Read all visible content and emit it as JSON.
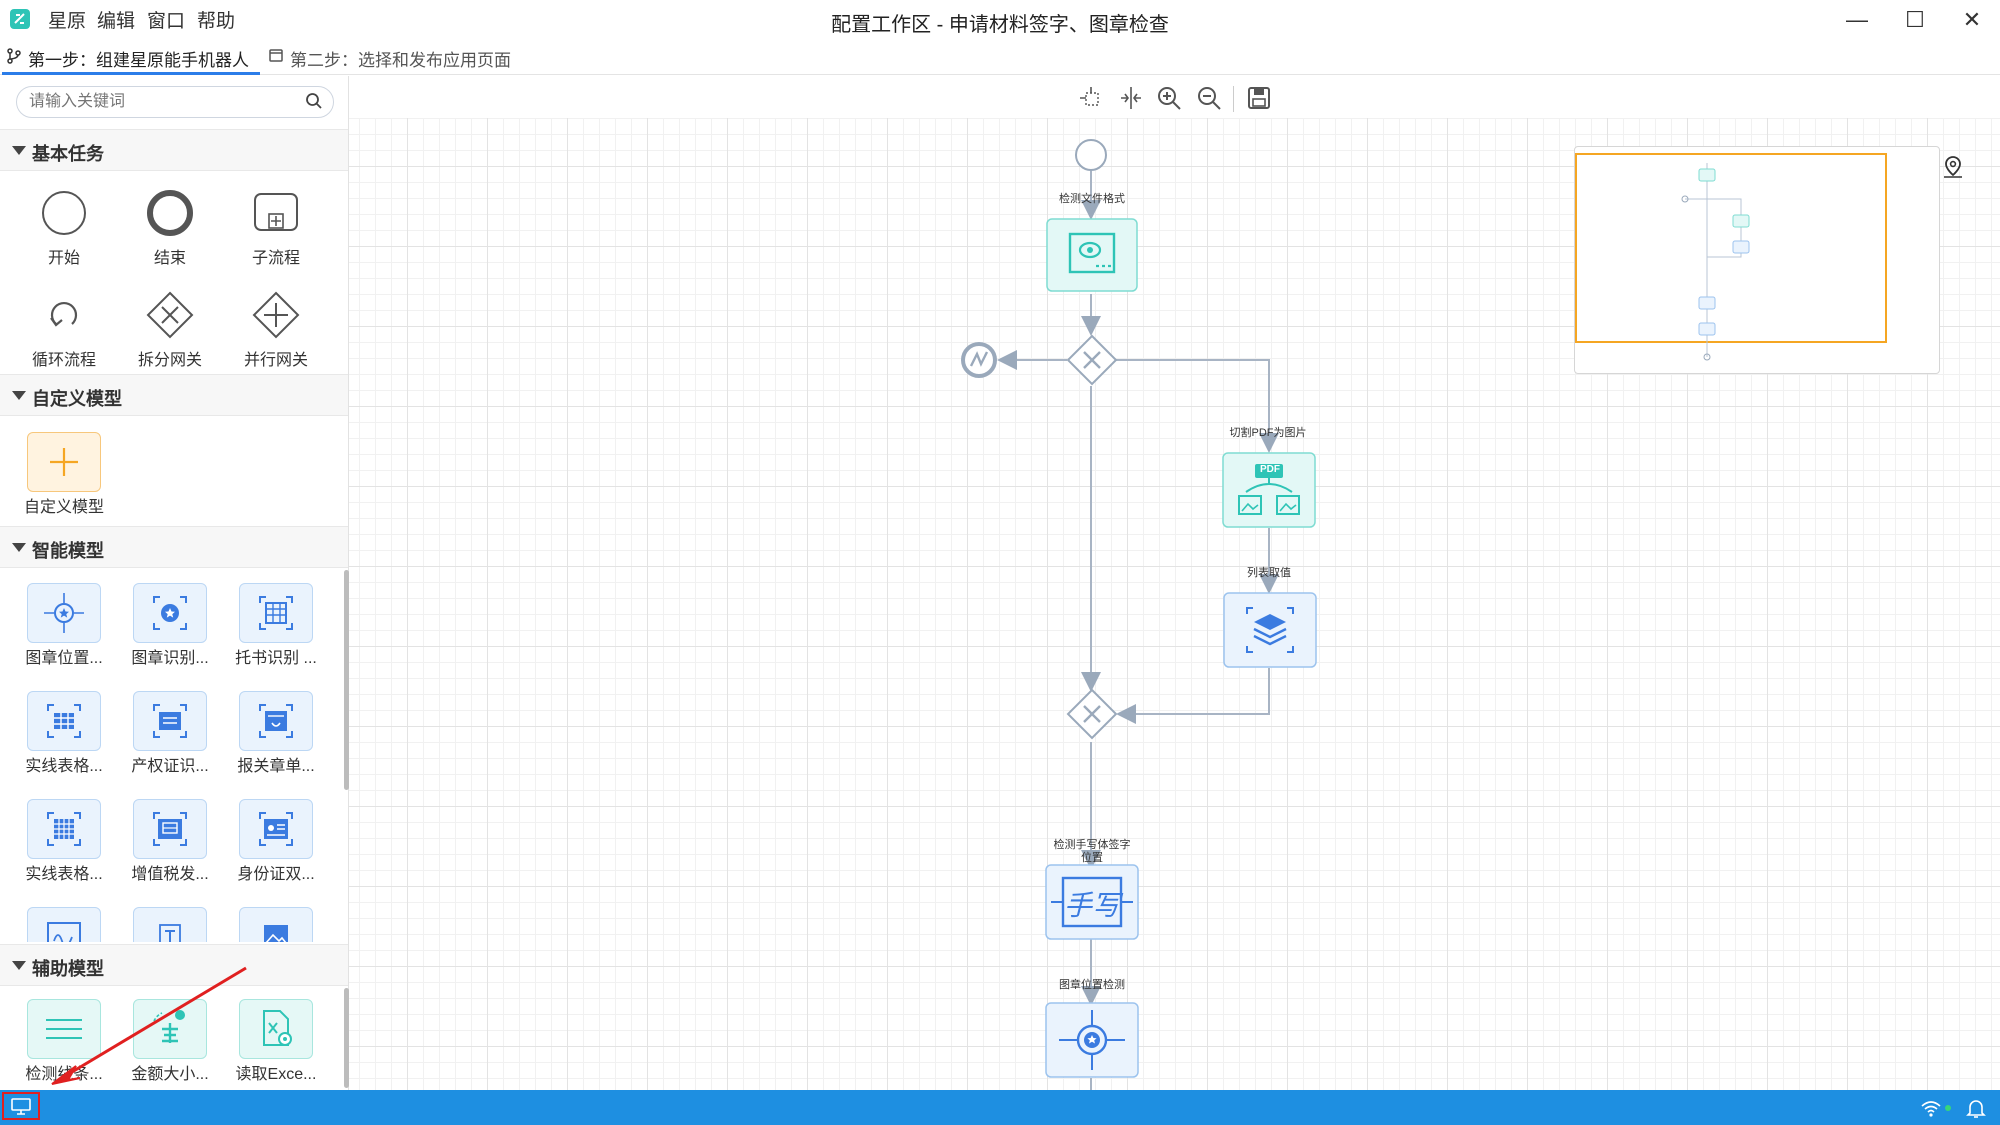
{
  "app": {
    "menu": [
      "星原",
      "编辑",
      "窗口",
      "帮助"
    ],
    "title": "配置工作区 - 申请材料签字、图章检查"
  },
  "window_controls": {
    "minimize": "—",
    "maximize": "☐",
    "close": "✕"
  },
  "tabs": [
    {
      "label": "第一步：组建星原能手机器人",
      "active": true
    },
    {
      "label": "第二步：选择和发布应用页面",
      "active": false
    }
  ],
  "sidebar": {
    "search": {
      "placeholder": "请输入关键词",
      "value": ""
    },
    "sections": {
      "basic": {
        "title": "基本任务",
        "items": [
          "开始",
          "结束",
          "子流程",
          "循环流程",
          "拆分网关",
          "并行网关"
        ]
      },
      "custom": {
        "title": "自定义模型",
        "items": [
          "自定义模型"
        ]
      },
      "smart": {
        "title": "智能模型",
        "items": [
          "图章位置...",
          "图章识别...",
          "托书识别 ...",
          "实线表格...",
          "产权证识...",
          "报关章单...",
          "实线表格...",
          "增值税发...",
          "身份证双..."
        ]
      },
      "aux": {
        "title": "辅助模型",
        "items": [
          "检测线条...",
          "金额大小...",
          "读取Exce..."
        ]
      }
    }
  },
  "canvas": {
    "nodes": {
      "n1": "检测文件格式",
      "n2": "切割PDF为图片",
      "n3": "列表取值",
      "n4a": "检测手写体签字",
      "n4b": "位置",
      "n5": "图章位置检测"
    },
    "node_texts": {
      "pdf": "PDF",
      "handwriting": "手写"
    }
  },
  "colors": {
    "accent": "#1e8fe1",
    "teal": "#2ec4b6",
    "blue_node": "#3b7be0",
    "minimap_view": "#f5a623",
    "highlight": "#e02020"
  }
}
